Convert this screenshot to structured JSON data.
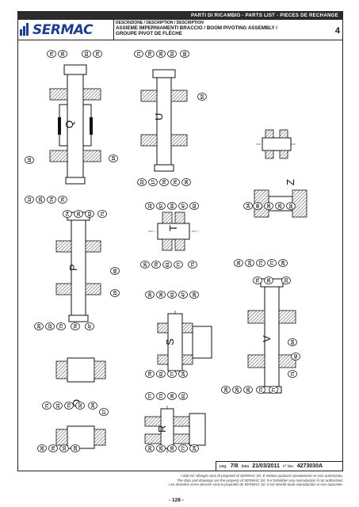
{
  "header": {
    "topbar": "PARTI DI RICAMBIO - PARTS LIST - PIECES DE RECHANGE",
    "brand": "SERMAC",
    "desc_label": "DESCRIZIONE / DESCRIPTION / DESCRIPTION",
    "desc_line1": "ASSIEME IMPERNIAMENTI BRACCIO / BOOM PIVOTING ASSEMBLY /",
    "desc_line2": "GROUPE PIVOT DE FLÈCHE",
    "page_number": "4"
  },
  "assemblies": {
    "Q": "Q",
    "U": "U",
    "Z": "Z",
    "P": "P",
    "T": "T",
    "S": "S",
    "V": "V",
    "O": "O",
    "R": "R"
  },
  "callouts": {
    "q": [
      "75",
      "35",
      "63",
      "76",
      "18",
      "16",
      "12",
      "25",
      "74",
      "75"
    ],
    "u": [
      "71",
      "78",
      "35",
      "53",
      "55",
      "53",
      "22",
      "17",
      "78",
      "76",
      "36"
    ],
    "z": [
      "34",
      "40",
      "36",
      "25",
      "50",
      "35",
      "24",
      "73",
      "77",
      "28"
    ],
    "p": [
      "74",
      "35",
      "63",
      "71",
      "65",
      "19",
      "20",
      "22",
      "73",
      "76",
      "47"
    ],
    "t": [
      "22",
      "57",
      "64",
      "47",
      "62",
      "20",
      "78",
      "61",
      "77",
      "73"
    ],
    "s": [
      "30",
      "36",
      "61",
      "47",
      "28",
      "78",
      "61",
      "77",
      "24"
    ],
    "v": [
      "75",
      "35",
      "33",
      "64",
      "42",
      "71",
      "28",
      "29",
      "26",
      "73",
      "77"
    ],
    "o": [
      "71",
      "21",
      "73",
      "32",
      "34",
      "17",
      "26",
      "76",
      "33",
      "28"
    ],
    "r": [
      "77",
      "73",
      "35",
      "61",
      "20",
      "25",
      "35",
      "77",
      "24"
    ]
  },
  "footer": {
    "pag_label": "pag.",
    "pag_value": "7/8",
    "data_label": "data",
    "data_value": "21/03/2011",
    "tav_label": "n° tav.",
    "tav_value": "4273030A"
  },
  "disclaimer": {
    "line1": "I dati ed i disegni sono di proprietà di SERMAC Srl. È vietata qualsiasi riproduzione se non autorizzata.",
    "line2": "The data and drawings are the property of SERMAC Srl. It is forbidden any reproduction if not authorized.",
    "line3": "Les données et les dessins sont la propriété de SERMAC Srl. Il est interdit toute reproduction si non autorisée."
  },
  "folio": "- 128 -"
}
